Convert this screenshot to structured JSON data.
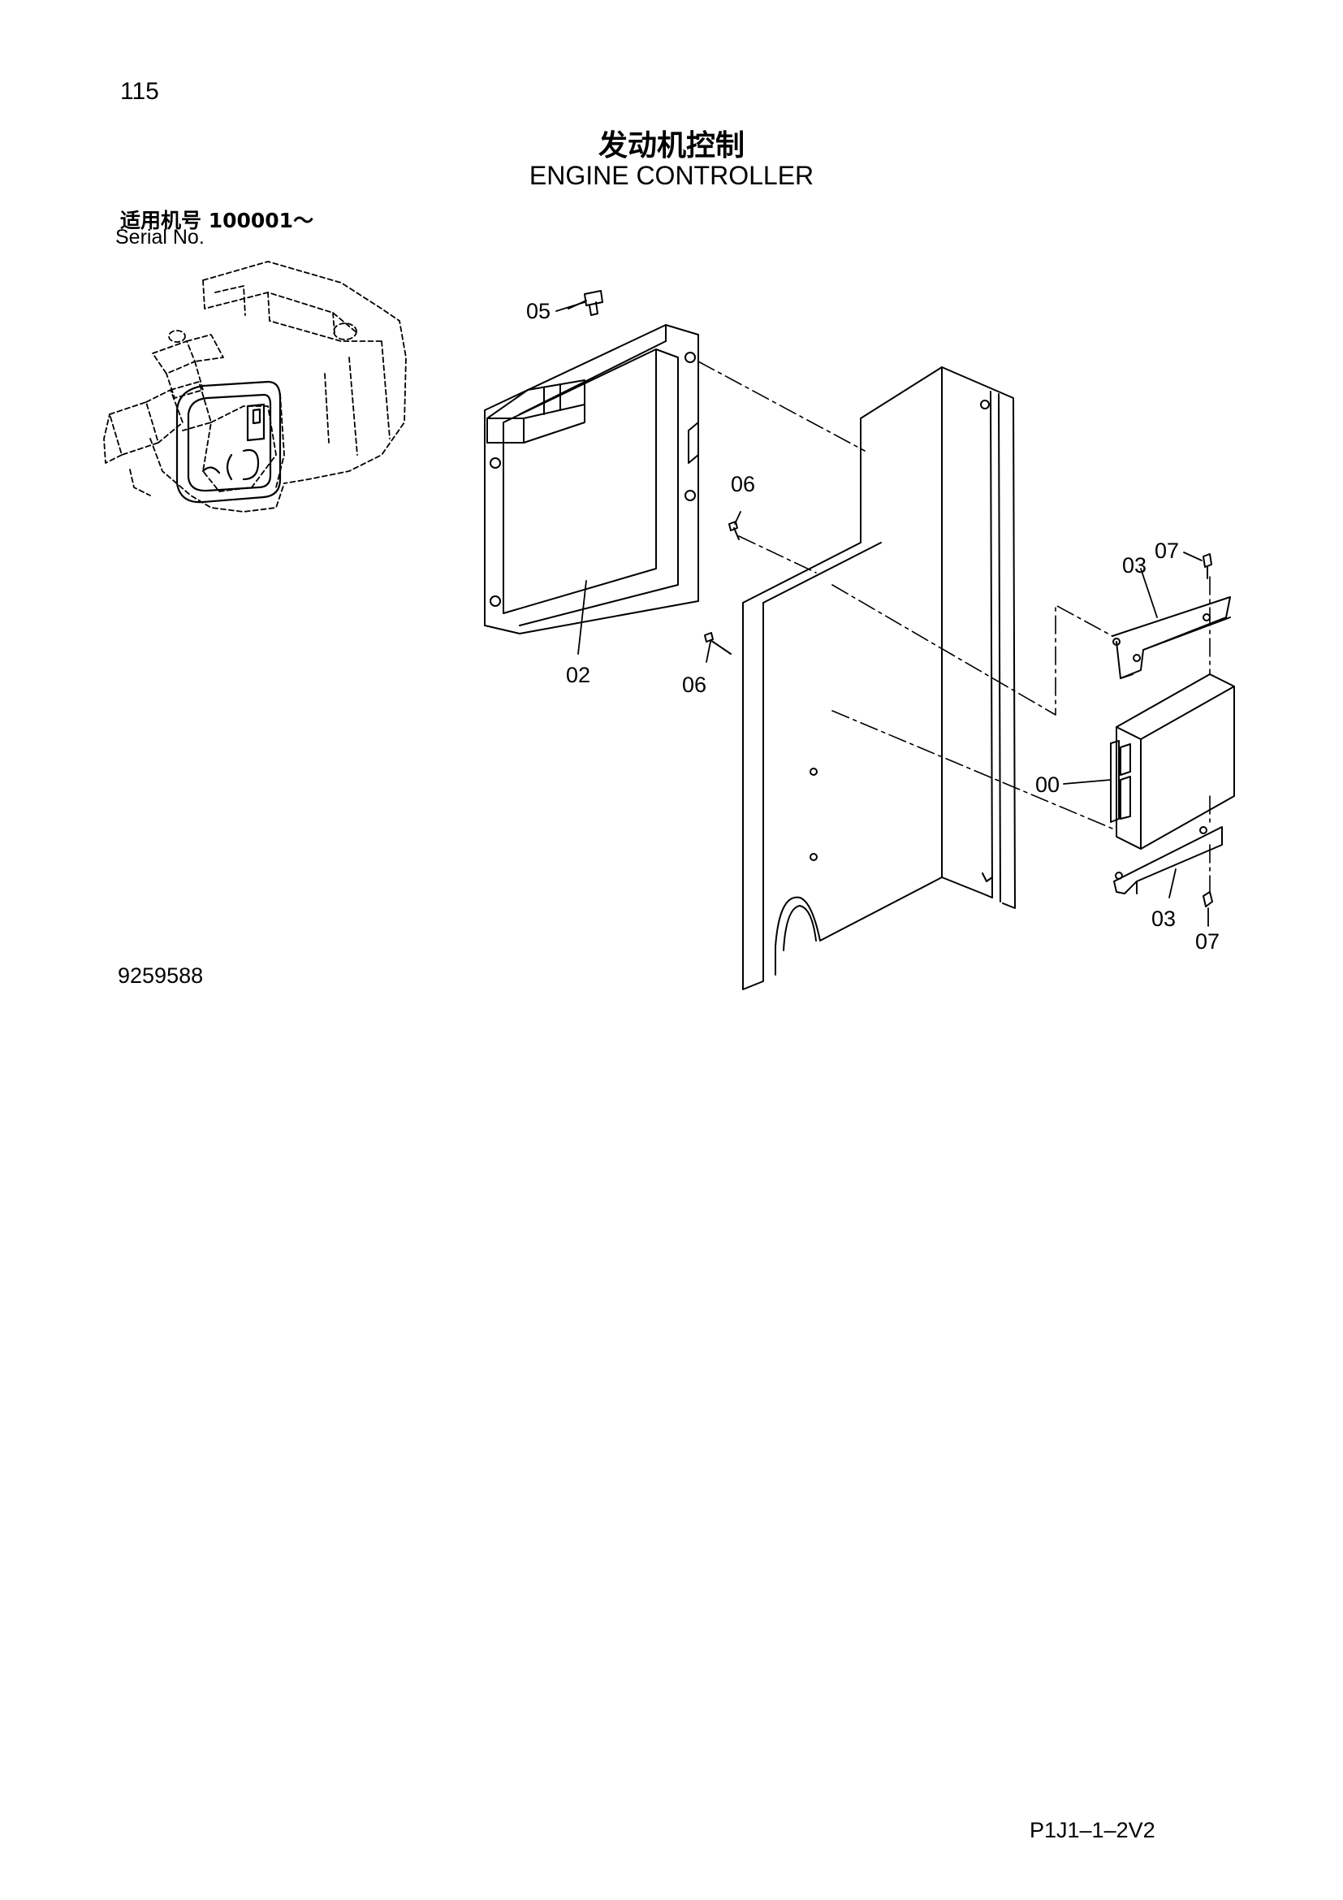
{
  "page": {
    "page_number": "115",
    "title_cn": "发动机控制",
    "title_en": "ENGINE CONTROLLER",
    "serial_cn": "适用机号  100001～",
    "serial_en": "Serial No.",
    "drawing_number": "9259588",
    "figure_code": "P1J1–1–2V2"
  },
  "callouts": {
    "c00": "00",
    "c02": "02",
    "c03a": "03",
    "c03b": "03",
    "c05": "05",
    "c06a": "06",
    "c06b": "06",
    "c07a": "07",
    "c07b": "07"
  }
}
